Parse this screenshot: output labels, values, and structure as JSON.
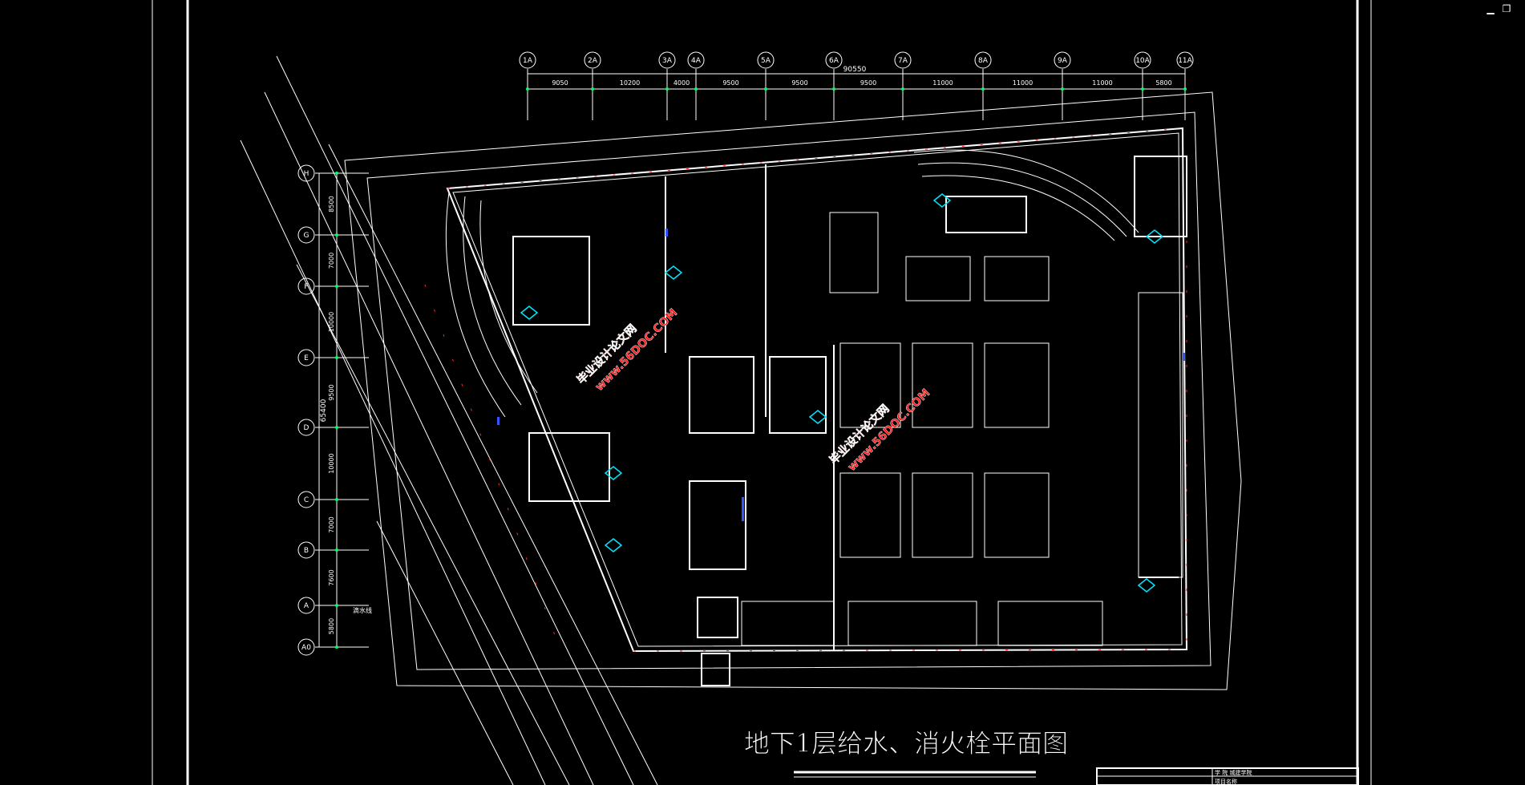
{
  "window": {
    "minimize_glyph": "▁",
    "restore_glyph": "❐"
  },
  "drawing": {
    "title": "地下1层给水、消火栓平面图",
    "total_width": "90550",
    "total_height": "65400",
    "col_axes": [
      "1A",
      "2A",
      "3A",
      "4A",
      "5A",
      "6A",
      "7A",
      "8A",
      "9A",
      "10A",
      "11A"
    ],
    "col_dims": [
      "9050",
      "10200",
      "4000",
      "9500",
      "9500",
      "9500",
      "11000",
      "11000",
      "11000",
      "5800"
    ],
    "row_axes": [
      "H",
      "G",
      "F",
      "E",
      "D",
      "C",
      "B",
      "A",
      "A0"
    ],
    "row_dims": [
      "8500",
      "7000",
      "10000",
      "9500",
      "10000",
      "7000",
      "7600",
      "5800"
    ],
    "side_note": "滴水线",
    "watermark_main": "毕业设计论文网",
    "watermark_url": "www.56DOC.COM",
    "titleblock_line1": "学  院  城建学院",
    "titleblock_line2": "项目名称"
  },
  "colors": {
    "background": "#000000",
    "line": "#ffffff",
    "hydrant": "#00e5ff",
    "pipe_red": "#ff2a2a",
    "watermark": "#ff1a1a",
    "wall_blue": "#3355ff"
  }
}
